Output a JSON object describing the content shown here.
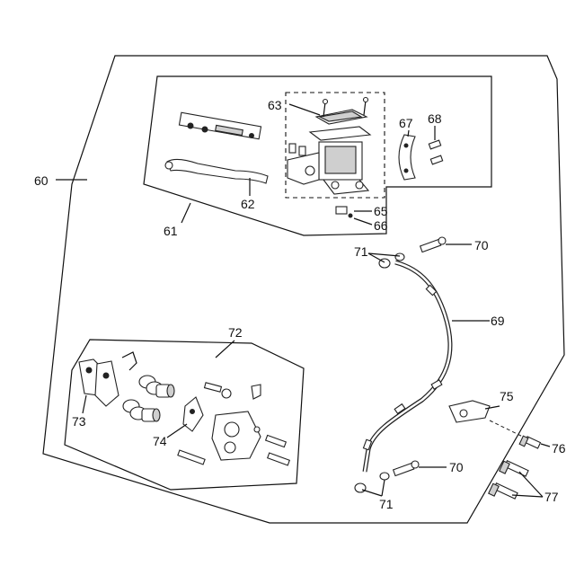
{
  "diagram": {
    "labels": {
      "p60": "60",
      "p61": "61",
      "p62": "62",
      "p63": "63",
      "p65": "65",
      "p66": "66",
      "p67": "67",
      "p68": "68",
      "p69": "69",
      "p70a": "70",
      "p70b": "70",
      "p71a": "71",
      "p71b": "71",
      "p72": "72",
      "p73": "73",
      "p74": "74",
      "p75": "75",
      "p76": "76",
      "p77": "77"
    }
  }
}
